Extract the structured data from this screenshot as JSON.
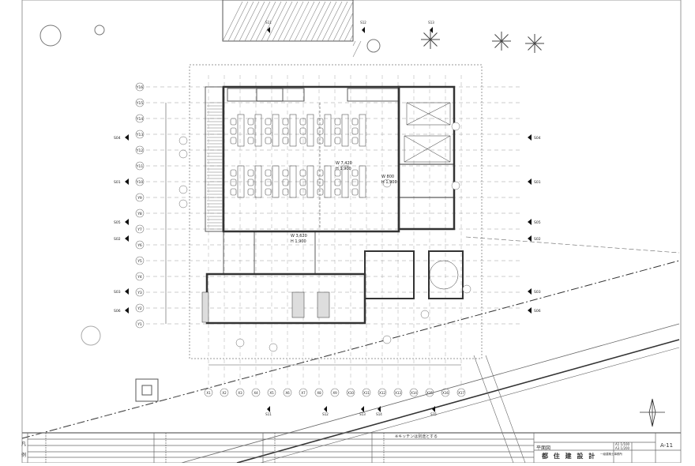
{
  "drawing": {
    "grid_y_labels": [
      "Y16",
      "Y15",
      "Y14",
      "Y13",
      "Y12",
      "Y11",
      "Y10",
      "Y9",
      "Y8",
      "Y7",
      "Y6",
      "Y5",
      "Y4",
      "Y3",
      "Y2",
      "Y1"
    ],
    "grid_x_labels": [
      "X1",
      "X2",
      "X3",
      "X4",
      "X5",
      "X6",
      "X7",
      "X8",
      "X9",
      "X10",
      "X11",
      "X12",
      "X13",
      "X14",
      "X15",
      "X16",
      "X17"
    ],
    "section_markers_left": [
      "S04",
      "S01",
      "S05",
      "S02",
      "S03",
      "S06"
    ],
    "section_markers_right": [
      "S04",
      "S01",
      "S05",
      "S02",
      "S03",
      "S06"
    ],
    "section_markers_bottom": [
      "S11",
      "S12",
      "S13",
      "S14",
      "S15"
    ],
    "section_markers_top": [
      "S11",
      "S12",
      "S13"
    ],
    "room_labels": [
      "W 3,620",
      "H 1,900",
      "W 7,420",
      "H 1,900",
      "W 800",
      "H 1,900"
    ]
  },
  "title_block": {
    "legend_chars": [
      "凡",
      "例"
    ],
    "note": "※キッチンは別途とする",
    "drawing_title": "平面図",
    "company": "都 住 建 設 計",
    "company_sub": "一級建築士事務所",
    "scale": "A1 1/100",
    "scale2": "A3 1/200",
    "sheet_no": "A-11"
  }
}
